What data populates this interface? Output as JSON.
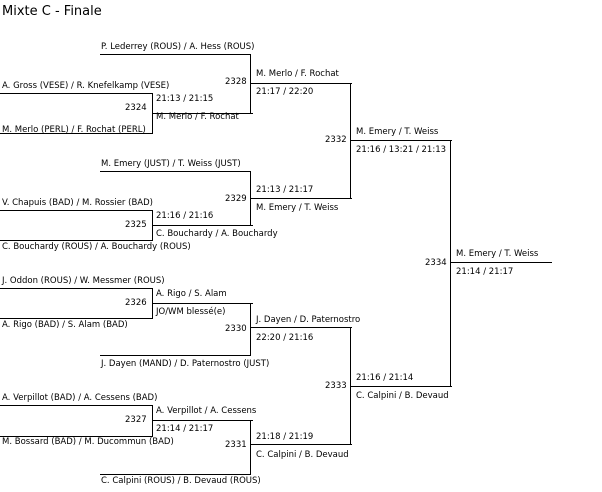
{
  "title": "Mixte C - Finale",
  "round1": {
    "p2324a": "A. Gross (VESE) / R. Knefelkamp (VESE)",
    "p2324b": "M. Merlo (PERL) / F. Rochat (PERL)",
    "m2324": "2324",
    "w2324": "M. Merlo / F. Rochat",
    "s2324": "21:13 / 21:15",
    "p2325a": "V. Chapuis (BAD) / M. Rossier (BAD)",
    "p2325b": "C. Bouchardy (ROUS) / A. Bouchardy (ROUS)",
    "m2325": "2325",
    "w2325": "C. Bouchardy / A. Bouchardy",
    "s2325": "21:16 / 21:16",
    "p2326a": "J. Oddon (ROUS) / W. Messmer (ROUS)",
    "p2326b": "A. Rigo (BAD) / S. Alam (BAD)",
    "m2326": "2326",
    "w2326": "A. Rigo / S. Alam",
    "s2326": "JO/WM blessé(e)",
    "p2327a": "A. Verpillot (BAD) / A. Cessens (BAD)",
    "p2327b": "M. Bossard (BAD) / M. Ducommun (BAD)",
    "m2327": "2327",
    "w2327": "A. Verpillot / A. Cessens",
    "s2327": "21:14 / 21:17"
  },
  "round2": {
    "p2328a": "P. Lederrey (ROUS) / A. Hess (ROUS)",
    "m2328": "2328",
    "w2328": "M. Merlo / F. Rochat",
    "s2328": "21:17 / 22:20",
    "p2329a": "M. Emery (JUST) / T. Weiss (JUST)",
    "m2329": "2329",
    "w2329": "M. Emery / T. Weiss",
    "s2329": "21:13 / 21:17",
    "m2330": "2330",
    "w2330": "J. Dayen / D. Paternostro",
    "s2330": "22:20 / 21:16",
    "p2330b": "J. Dayen (MAND) / D. Paternostro (JUST)",
    "m2331": "2331",
    "w2331": "C. Calpini / B. Devaud",
    "s2331": "21:18 / 21:19",
    "p2331b": "C. Calpini (ROUS) / B. Devaud (ROUS)"
  },
  "semis": {
    "m2332": "2332",
    "w2332": "M. Emery / T. Weiss",
    "s2332": "21:16 / 13:21 / 21:13",
    "m2333": "2333",
    "w2333": "C. Calpini / B. Devaud",
    "s2333": "21:16 / 21:14"
  },
  "final": {
    "m2334": "2334",
    "w2334": "M. Emery / T. Weiss",
    "s2334": "21:14 / 21:17"
  }
}
